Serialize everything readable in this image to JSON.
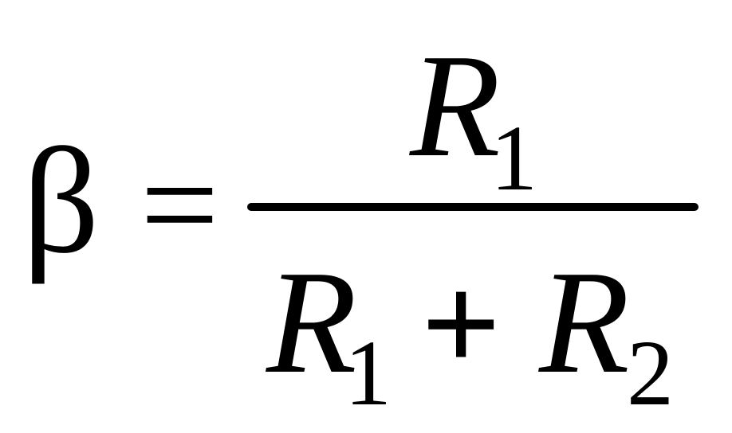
{
  "formula": {
    "lhs": "β",
    "equals": "=",
    "numerator": {
      "symbol": "R",
      "subscript": "1"
    },
    "denominator": {
      "term1": {
        "symbol": "R",
        "subscript": "1"
      },
      "operator": "+",
      "term2": {
        "symbol": "R",
        "subscript": "2"
      }
    }
  }
}
